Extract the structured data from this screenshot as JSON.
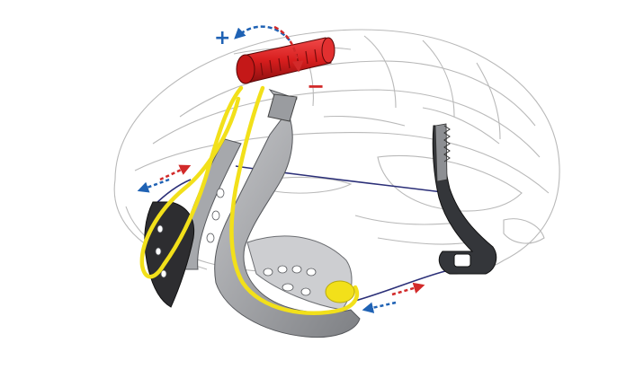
{
  "diagram": {
    "labels": {
      "tighten": "+",
      "loosen": "−"
    },
    "colors": {
      "fit_cable": "#f2e01a",
      "dial": "#d81e1e",
      "dial_dark": "#8c0f0f",
      "tighten_arrow": "#1f62b4",
      "loosen_arrow": "#d22a2a",
      "frame_grey": "#8d8f93",
      "frame_dark": "#2d2d30",
      "shell_outline": "#b9b9b9",
      "tension_wire": "#2b2f78"
    },
    "icons": [
      "helmet-shell-outline",
      "retention-cradle",
      "adjustment-dial",
      "rotation-arrow",
      "tension-arrow"
    ]
  }
}
